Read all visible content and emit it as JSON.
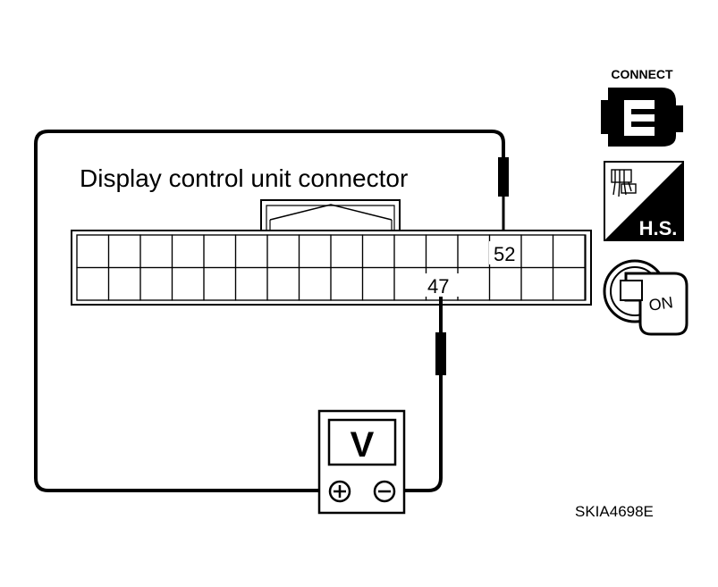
{
  "connector": {
    "title": "Display control unit connector",
    "pin_upper": "52",
    "pin_lower": "47"
  },
  "meter": {
    "symbol": "V",
    "plus_icon": "plus-terminal-icon",
    "minus_icon": "minus-terminal-icon"
  },
  "icons": {
    "connect_label": "CONNECT",
    "harness_label": "H.S.",
    "ignition_label": "ON"
  },
  "figure_code": "SKIA4698E"
}
